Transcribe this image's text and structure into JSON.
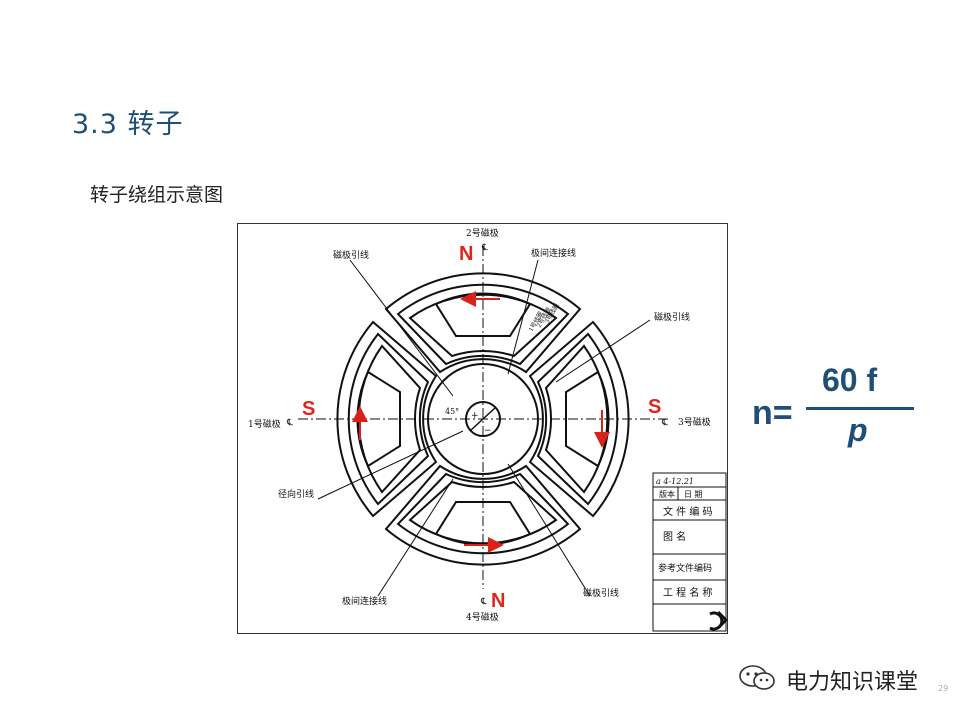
{
  "slide": {
    "title": "3.3  转子",
    "subtitle": "转子绕组示意图",
    "page_number": "29"
  },
  "diagram": {
    "pole_labels": {
      "top": "2号磁极",
      "bottom": "4号磁极",
      "left": "1号磁极",
      "right": "3号磁极"
    },
    "polarity": {
      "top": "N",
      "bottom": "N",
      "left": "S",
      "right": "S"
    },
    "callouts": {
      "top_left": "磁极引线",
      "top_center": "极间连接线",
      "right": "磁极引线",
      "left": "径向引线",
      "bottom_left": "极间连接线",
      "bottom_right": "磁极引线"
    },
    "coil_turns": [
      "1号线圈",
      "2号线圈",
      "3号线圈"
    ],
    "angle": "45°",
    "plus": "+",
    "minus": "−",
    "center_mark": "℄",
    "title_block": {
      "handwriting": "a    4-12.21",
      "version_label": "版本",
      "date_label": "日  期",
      "doc_code": "文 件 编 码",
      "drawing_name": "图        名",
      "reference": "参考文件编码",
      "project": "工 程 名 称"
    }
  },
  "formula": {
    "lhs": "n=",
    "numerator": "60 f",
    "denominator": "p"
  },
  "footer": {
    "brand": "电力知识课堂"
  },
  "colors": {
    "title": "#1f4e79",
    "formula": "#1f4e79",
    "polarity": "#e0251b",
    "arrow": "#d9231a",
    "drawing": "#111111"
  }
}
